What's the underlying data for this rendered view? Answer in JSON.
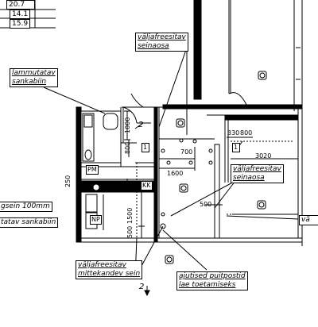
{
  "table_values": [
    "20.7",
    "14.1",
    "15.9"
  ],
  "callouts": {
    "wall_milled_top": [
      "väljafreesitav",
      "seinaosa"
    ],
    "demolish_tank": [
      "lammutatav",
      "sankabiin"
    ],
    "wall_milled_right": [
      "väljafreesitav",
      "seinaosa"
    ],
    "wall_milled_bottom": [
      "väljafreesitav",
      "mittekandev sein"
    ],
    "temp_posts": [
      "ajutised puitpostid",
      "lae toetamiseks"
    ]
  },
  "left_notes": [
    "gsein 100mm",
    "tatav sankabiin"
  ],
  "right_partial": "vä",
  "room_tags": [
    "PM",
    "KK",
    "NP"
  ],
  "dimensions": [
    "1000",
    "800",
    "2",
    "700",
    "1600",
    "330",
    "800",
    "3020",
    "500",
    "1500",
    "500",
    "250",
    "1"
  ],
  "colors": {
    "line": "#000000",
    "background": "#ffffff"
  }
}
